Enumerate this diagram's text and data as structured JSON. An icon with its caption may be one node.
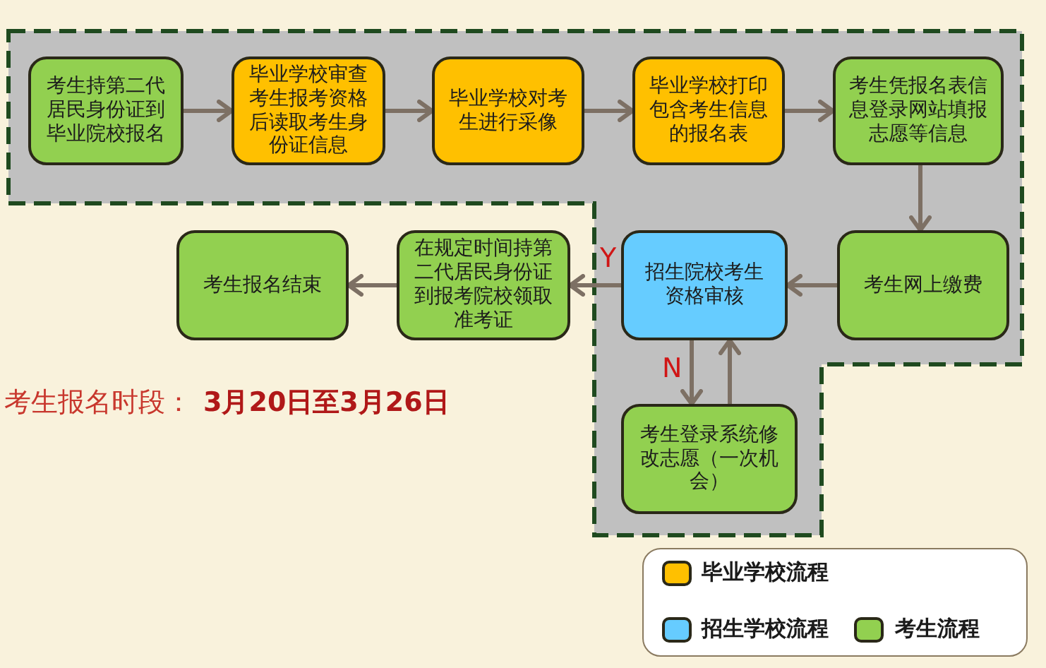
{
  "diagram": {
    "nodes": [
      {
        "text": [
          "考生持第二代居民身份证到毕业院校报名"
        ]
      },
      {
        "text": [
          "毕业学校审查考生报考资格后读取考生身份证信息"
        ]
      },
      {
        "text": [
          "毕业学校对考生进行采像"
        ]
      },
      {
        "text": [
          "毕业学校打印包含考生信息的报名表"
        ]
      },
      {
        "text": [
          "考生凭报名表信息登录网站填报志愿等信息"
        ]
      },
      {
        "text": [
          "考生报名结束"
        ]
      },
      {
        "text": [
          "在规定时间持第二代居民身份证到报考院校领取准考证"
        ]
      },
      {
        "text": [
          "招生院校考生资格审核"
        ]
      },
      {
        "text": [
          "考生网上缴费"
        ]
      },
      {
        "text": [
          "考生登录系统修改志愿（一次机会）"
        ]
      }
    ],
    "edges": [
      {
        "from": 0,
        "to": 1,
        "arrow": "to"
      },
      {
        "from": 1,
        "to": 2,
        "arrow": "to"
      },
      {
        "from": 2,
        "to": 3,
        "arrow": "to"
      },
      {
        "from": 3,
        "to": 4,
        "arrow": "to"
      },
      {
        "from": 4,
        "to": 8,
        "arrow": "to"
      },
      {
        "from": 8,
        "to": 7,
        "arrow": "to"
      },
      {
        "from": 7,
        "to": 6,
        "arrow": "to",
        "label": "Y"
      },
      {
        "from": 6,
        "to": 5,
        "arrow": "to"
      },
      {
        "from": 7,
        "to": 9,
        "arrow": "to",
        "label": "N"
      },
      {
        "from": 9,
        "to": 7,
        "arrow": "to"
      }
    ],
    "labels": [
      "考生报名时段：",
      "3月20日至3月26日"
    ],
    "legend": [
      {
        "text": "毕业学校流程",
        "color": "#ffc000"
      },
      {
        "text": "招生学校流程",
        "color": "#66ccff"
      },
      {
        "text": "考生流程",
        "color": "#92d050"
      }
    ]
  }
}
